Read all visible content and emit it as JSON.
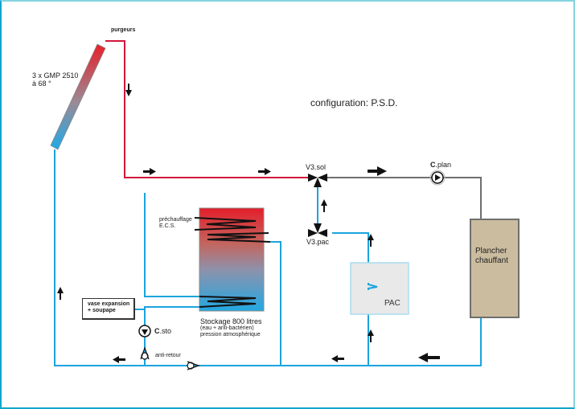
{
  "diagram": {
    "title": "configuration: P.S.D.",
    "collector": {
      "label_line1": "3 x GMP 2510",
      "label_line2": "à 68 °",
      "vent_label": "purgeurs"
    },
    "valves": {
      "v3_sol": "V3.sol",
      "v3_pac": "V3.pac"
    },
    "pumps": {
      "c_plan_prefix": "C",
      "c_plan_suffix": ".plan",
      "c_sto_prefix": "C",
      "c_sto_suffix": ".sto"
    },
    "storage": {
      "coil_label_line1": "préchauffage",
      "coil_label_line2": "E.C.S.",
      "caption_line1": "Stockage 800 litres",
      "caption_line2": "(eau  + anti-bactérien)",
      "caption_line3": " pression atmosphérique"
    },
    "expansion": {
      "line1": "vase expansion",
      "line2": "+ soupape"
    },
    "check_valve_label": "anti-retour",
    "heat_pump_label": "PAC",
    "floor_heating": {
      "line1": "Plancher",
      "line2": "chauffant"
    },
    "colors": {
      "hot_pipe": "#d2173a",
      "cold_pipe": "#1ba4dd",
      "neutral_pipe": "#6f6f6f",
      "floor_box": "#cbbc9f",
      "pac_box": "#e9e9e9",
      "pac_border": "#a9dcef"
    }
  }
}
